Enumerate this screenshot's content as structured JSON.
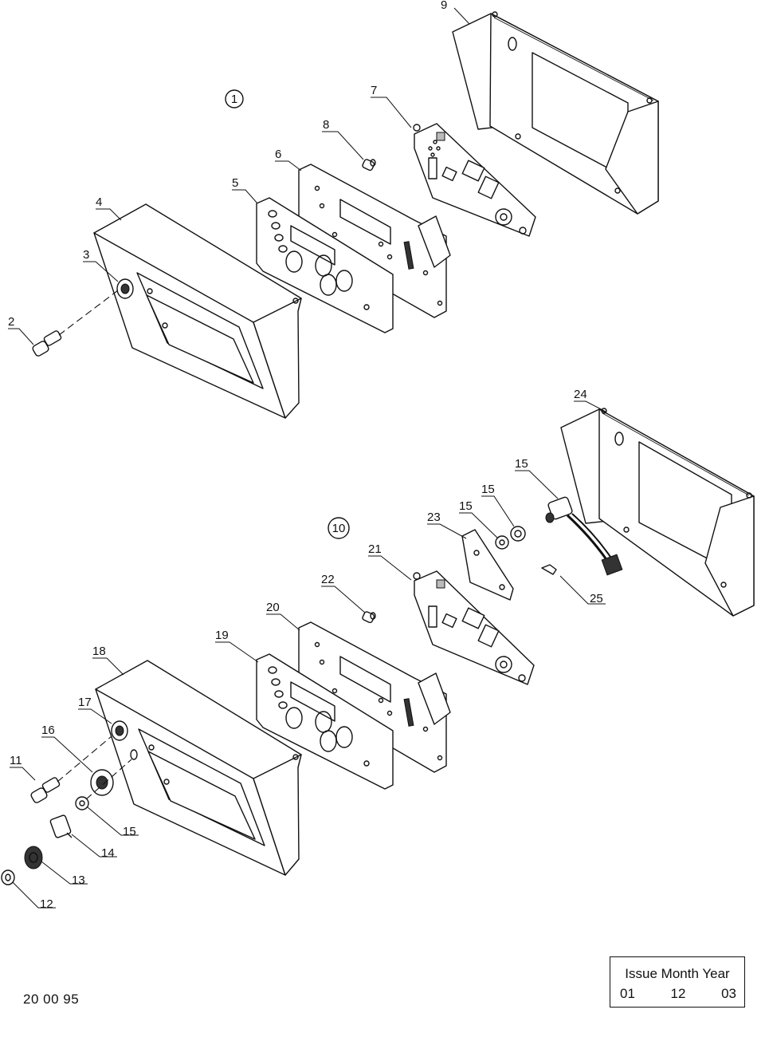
{
  "view_markers": [
    "1",
    "10"
  ],
  "callouts": {
    "p2": "2",
    "p3": "3",
    "p4": "4",
    "p5": "5",
    "p6": "6",
    "p7": "7",
    "p8": "8",
    "p9": "9",
    "p11": "11",
    "p12": "12",
    "p13": "13",
    "p14": "14",
    "p15a": "15",
    "p15b": "15",
    "p15c": "15",
    "p15d": "15",
    "p16": "16",
    "p17": "17",
    "p18": "18",
    "p19": "19",
    "p20": "20",
    "p21": "21",
    "p22": "22",
    "p23": "23",
    "p24": "24",
    "p25": "25"
  },
  "drawing_number": "20 00 95",
  "issue_box": {
    "header": [
      "Issue",
      "Month",
      "Year"
    ],
    "values": [
      "01",
      "12",
      "03"
    ]
  }
}
